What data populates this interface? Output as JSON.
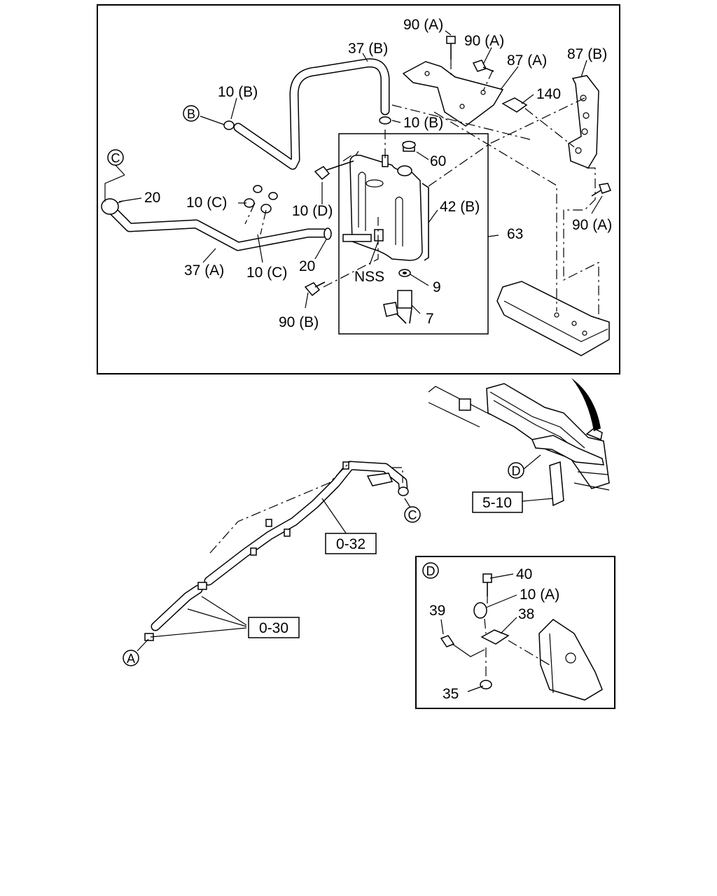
{
  "callouts": {
    "c_90a_1": "90 (A)",
    "c_90a_2": "90 (A)",
    "c_37b": "37 (B)",
    "c_87a": "87 (A)",
    "c_87b": "87 (B)",
    "c_140": "140",
    "c_10b_1": "10 (B)",
    "c_10b_2": "10 (B)",
    "c_60": "60",
    "c_20_1": "20",
    "c_10c_1": "10 (C)",
    "c_10d": "10 (D)",
    "c_42b": "42 (B)",
    "c_63": "63",
    "c_90a_3": "90 (A)",
    "c_37a": "37 (A)",
    "c_10c_2": "10 (C)",
    "c_20_2": "20",
    "c_nss": "NSS",
    "c_9": "9",
    "c_90b": "90 (B)",
    "c_7": "7",
    "c_40": "40",
    "c_10a": "10 (A)",
    "c_39": "39",
    "c_38": "38",
    "c_35": "35"
  },
  "refs": {
    "r_510": "5-10",
    "r_032": "0-32",
    "r_030": "0-30"
  },
  "circles": {
    "b": "B",
    "c_top": "C",
    "c_pipe": "C",
    "d_main": "D",
    "d_inset": "D",
    "a": "A"
  }
}
